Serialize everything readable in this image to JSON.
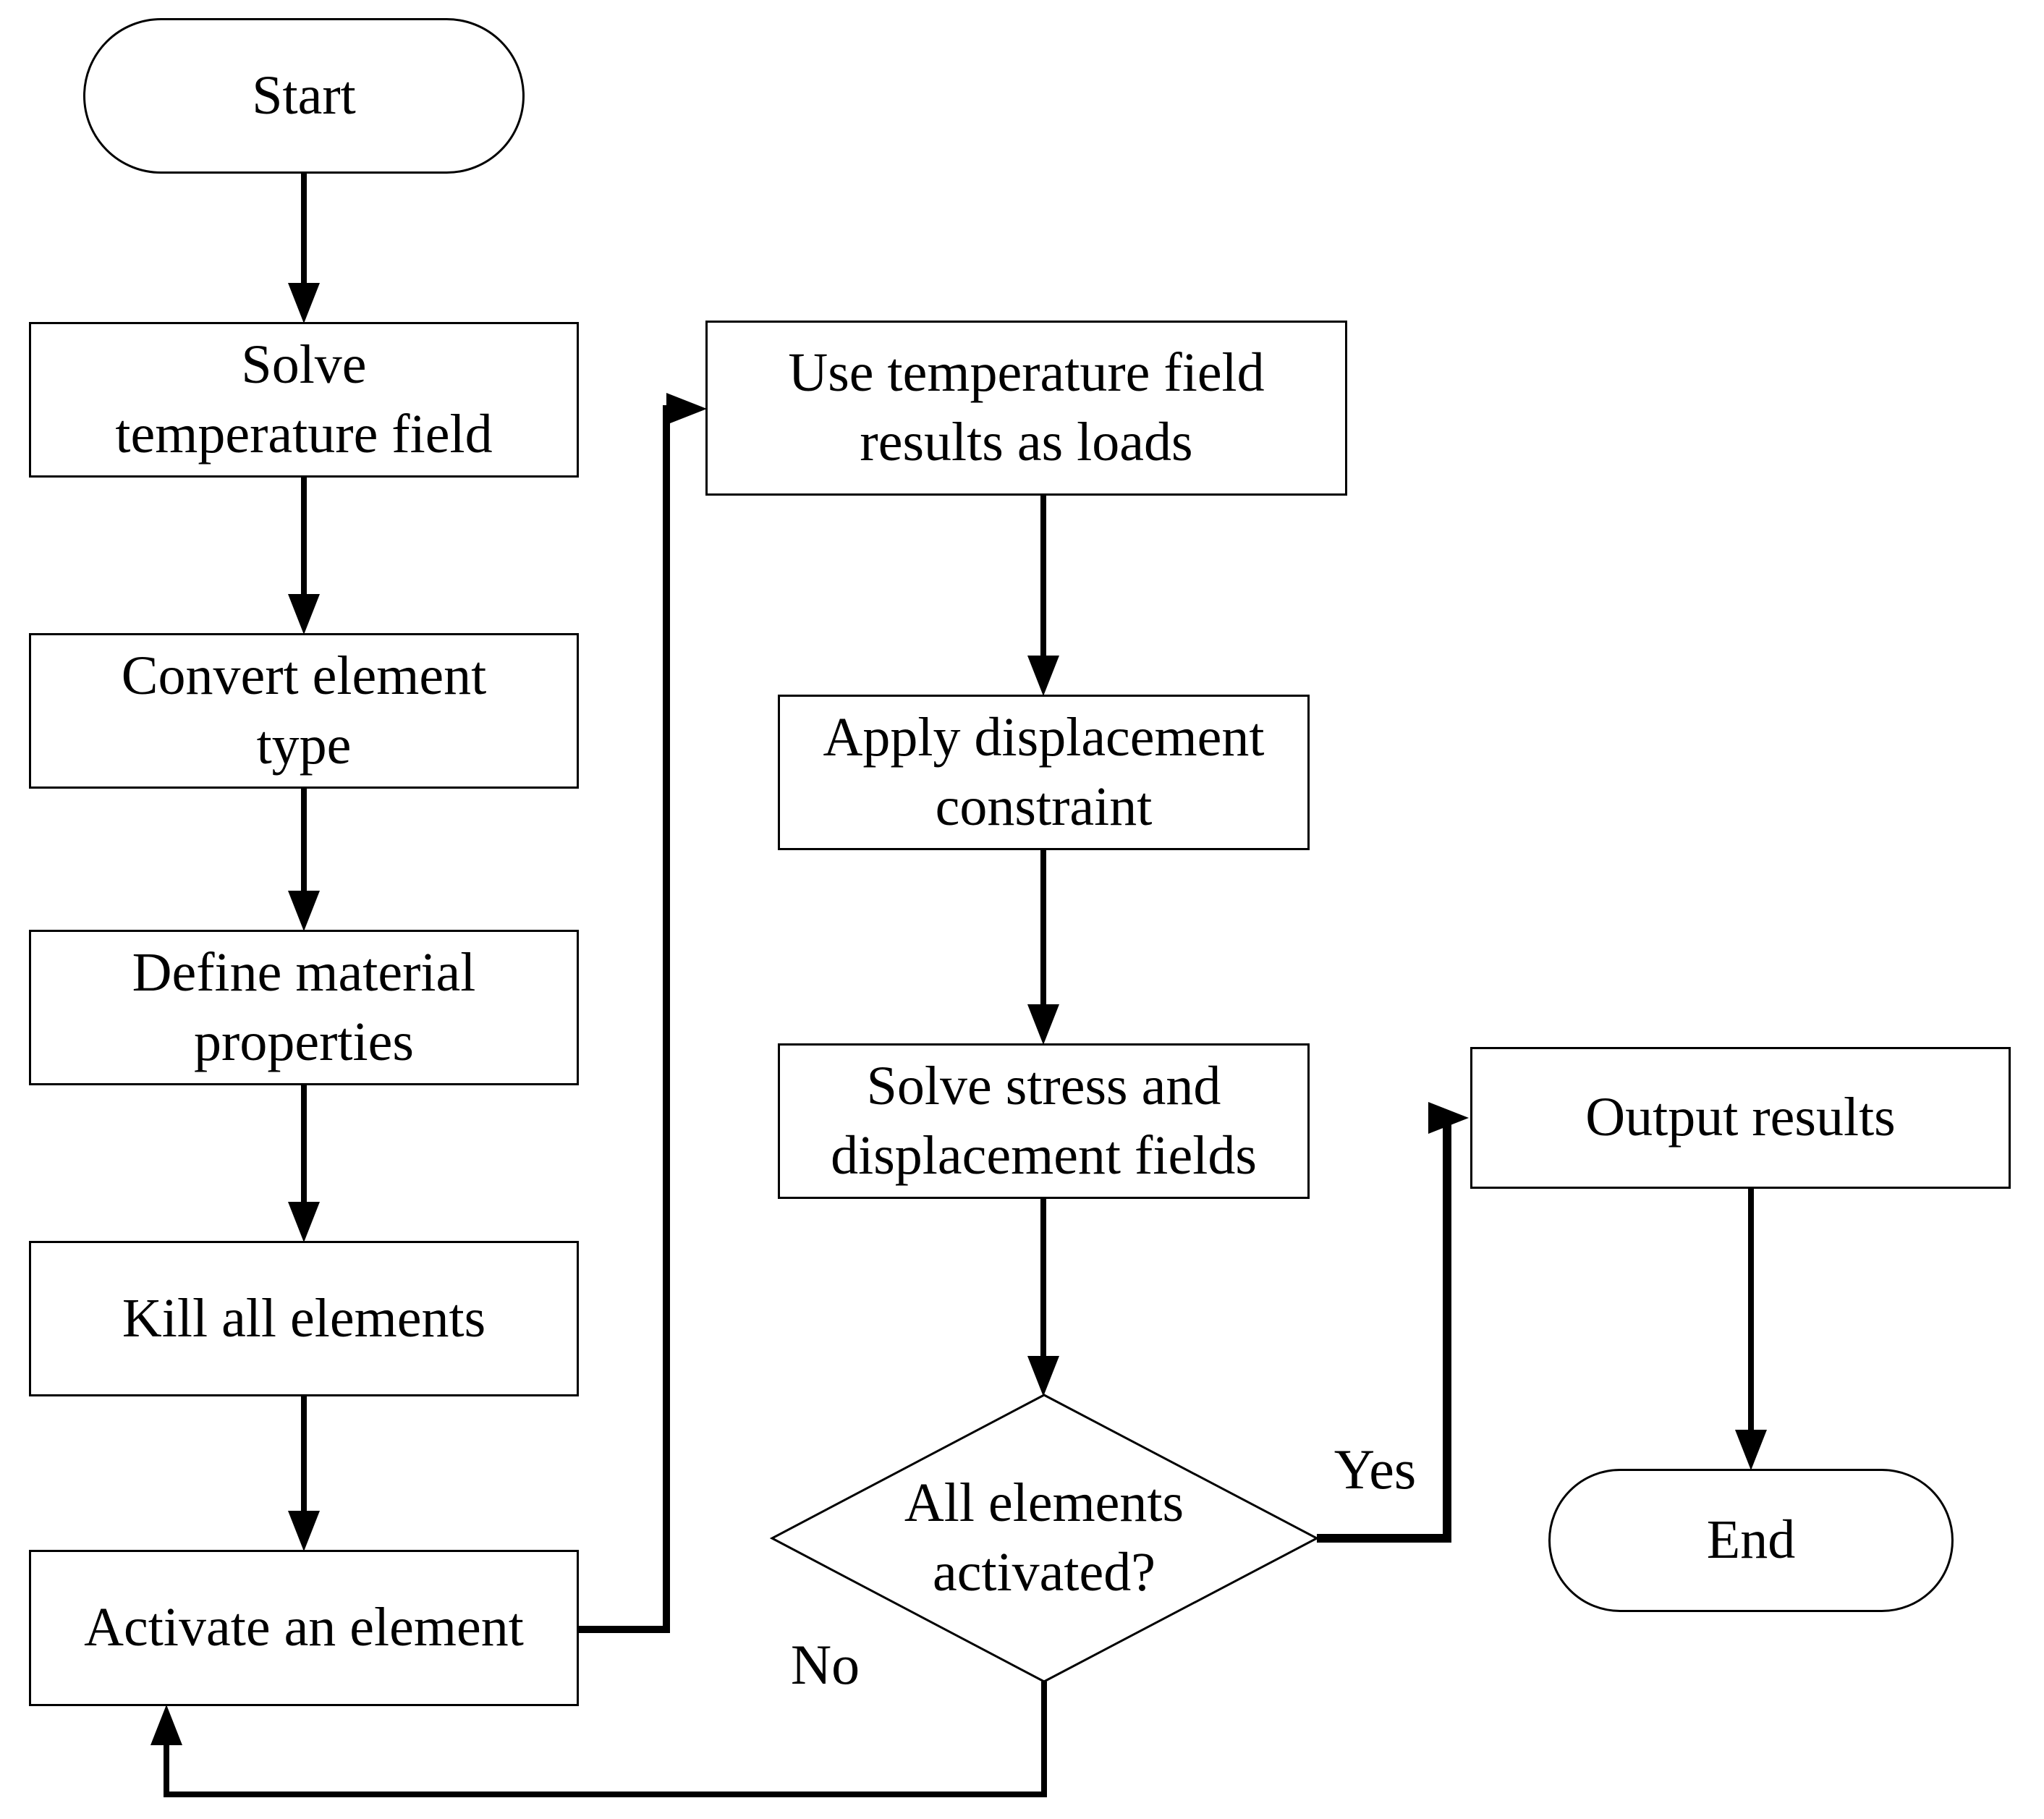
{
  "diagram": {
    "type": "flowchart",
    "background_color": "#ffffff",
    "line_color": "#000000",
    "node_fill_color": "#ffffff",
    "nodes": {
      "start": {
        "label": "Start",
        "shape": "terminator"
      },
      "solve_temperature": {
        "label": "Solve\ntemperature field",
        "shape": "process"
      },
      "convert_element": {
        "label": "Convert element\ntype",
        "shape": "process"
      },
      "define_material": {
        "label": "Define material\nproperties",
        "shape": "process"
      },
      "kill_elements": {
        "label": "Kill all elements",
        "shape": "process"
      },
      "activate_element": {
        "label": "Activate an element",
        "shape": "process"
      },
      "use_temperature": {
        "label": "Use temperature field\nresults as loads",
        "shape": "process"
      },
      "apply_displacement": {
        "label": "Apply displacement\nconstraint",
        "shape": "process"
      },
      "solve_stress": {
        "label": "Solve stress and\ndisplacement fields",
        "shape": "process"
      },
      "all_activated": {
        "label": "All elements\nactivated?",
        "shape": "decision"
      },
      "output_results": {
        "label": "Output results",
        "shape": "process"
      },
      "end": {
        "label": "End",
        "shape": "terminator"
      }
    },
    "edge_labels": {
      "yes": "Yes",
      "no": "No"
    },
    "edges": [
      {
        "from": "start",
        "to": "solve_temperature",
        "label": ""
      },
      {
        "from": "solve_temperature",
        "to": "convert_element",
        "label": ""
      },
      {
        "from": "convert_element",
        "to": "define_material",
        "label": ""
      },
      {
        "from": "define_material",
        "to": "kill_elements",
        "label": ""
      },
      {
        "from": "kill_elements",
        "to": "activate_element",
        "label": ""
      },
      {
        "from": "activate_element",
        "to": "use_temperature",
        "label": ""
      },
      {
        "from": "use_temperature",
        "to": "apply_displacement",
        "label": ""
      },
      {
        "from": "apply_displacement",
        "to": "solve_stress",
        "label": ""
      },
      {
        "from": "solve_stress",
        "to": "all_activated",
        "label": ""
      },
      {
        "from": "all_activated",
        "to": "output_results",
        "label": "Yes"
      },
      {
        "from": "all_activated",
        "to": "activate_element",
        "label": "No"
      },
      {
        "from": "output_results",
        "to": "end",
        "label": ""
      }
    ]
  }
}
